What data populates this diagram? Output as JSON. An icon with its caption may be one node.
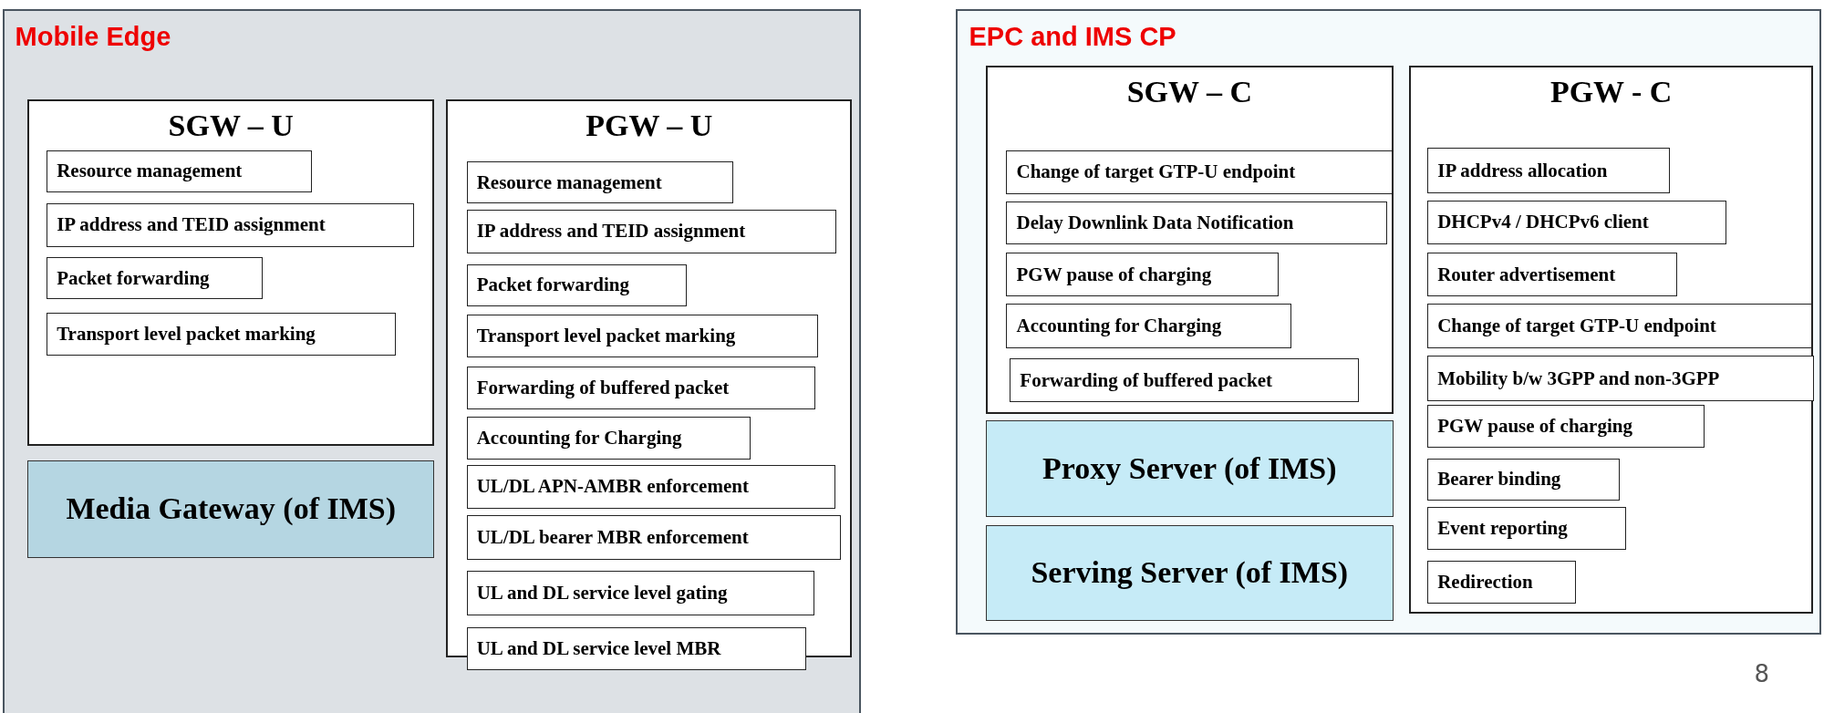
{
  "diagram": {
    "nodes": [
      {
        "text": [
          "Mobile Edge"
        ]
      },
      {
        "text": [
          "SGW – U"
        ],
        "in": 0
      },
      {
        "text": [
          "Resource management"
        ],
        "in": 1
      },
      {
        "text": [
          "IP address and TEID assignment"
        ],
        "in": 1
      },
      {
        "text": [
          "Packet forwarding"
        ],
        "in": 1
      },
      {
        "text": [
          "Transport level packet marking"
        ],
        "in": 1
      },
      {
        "text": [
          "PGW – U"
        ],
        "in": 0
      },
      {
        "text": [
          "Resource management"
        ],
        "in": 6
      },
      {
        "text": [
          "IP address and TEID assignment"
        ],
        "in": 6
      },
      {
        "text": [
          "Packet forwarding"
        ],
        "in": 6
      },
      {
        "text": [
          "Transport level packet marking"
        ],
        "in": 6
      },
      {
        "text": [
          "Forwarding of buffered packet"
        ],
        "in": 6
      },
      {
        "text": [
          "Accounting for Charging"
        ],
        "in": 6
      },
      {
        "text": [
          "UL/DL APN-AMBR enforcement"
        ],
        "in": 6
      },
      {
        "text": [
          "UL/DL bearer MBR enforcement"
        ],
        "in": 6
      },
      {
        "text": [
          "UL and DL service level gating"
        ],
        "in": 6
      },
      {
        "text": [
          "UL and DL service level MBR"
        ],
        "in": 6
      },
      {
        "text": [
          "Media Gateway (of IMS)"
        ],
        "in": 0
      },
      {
        "text": [
          "EPC and IMS CP"
        ]
      },
      {
        "text": [
          "SGW – C"
        ],
        "in": 18
      },
      {
        "text": [
          "Change of target GTP-U endpoint"
        ],
        "in": 19
      },
      {
        "text": [
          "Delay Downlink Data Notification"
        ],
        "in": 19
      },
      {
        "text": [
          "PGW pause of charging"
        ],
        "in": 19
      },
      {
        "text": [
          "Accounting for Charging"
        ],
        "in": 19
      },
      {
        "text": [
          "Forwarding of buffered packet"
        ],
        "in": 19
      },
      {
        "text": [
          "Proxy Server (of IMS)"
        ],
        "in": 18
      },
      {
        "text": [
          "Serving Server (of IMS)"
        ],
        "in": 18
      },
      {
        "text": [
          "PGW - C"
        ],
        "in": 18
      },
      {
        "text": [
          "IP address allocation"
        ],
        "in": 27
      },
      {
        "text": [
          "DHCPv4 / DHCPv6 client"
        ],
        "in": 27
      },
      {
        "text": [
          "Router advertisement"
        ],
        "in": 27
      },
      {
        "text": [
          "Change of target GTP-U endpoint"
        ],
        "in": 27
      },
      {
        "text": [
          "Mobility b/w 3GPP and non-3GPP"
        ],
        "in": 27
      },
      {
        "text": [
          "PGW pause of charging"
        ],
        "in": 27
      },
      {
        "text": [
          "Bearer binding"
        ],
        "in": 27
      },
      {
        "text": [
          "Event reporting"
        ],
        "in": 27
      },
      {
        "text": [
          "Redirection"
        ],
        "in": 27
      }
    ],
    "edges": [],
    "labels": [
      "8"
    ]
  }
}
